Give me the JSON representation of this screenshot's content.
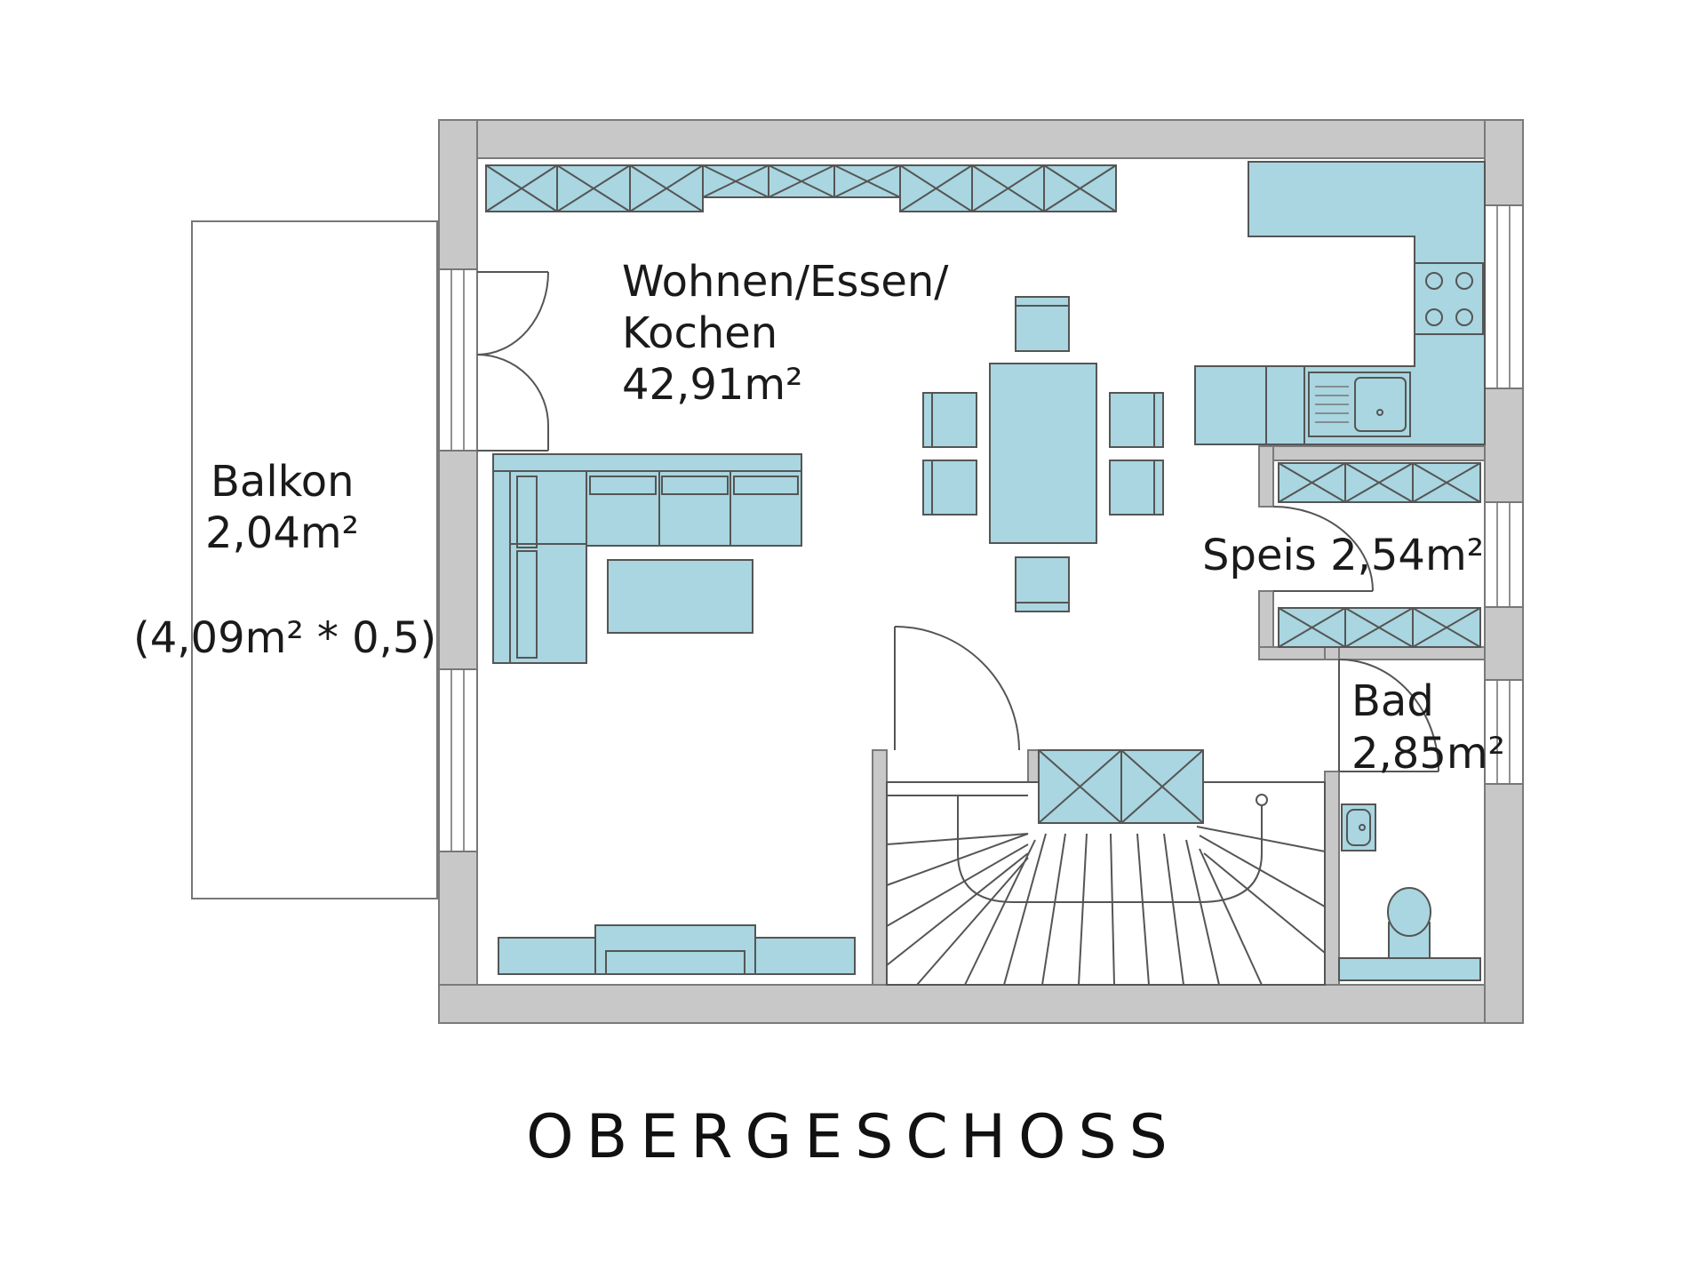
{
  "title": "OBERGESCHOSS",
  "rooms": {
    "living": {
      "name_line1": "Wohnen/Essen/",
      "name_line2": "Kochen",
      "area": "42,91m²"
    },
    "balcony": {
      "name": "Balkon",
      "area": "2,04m²",
      "calc": "(4,09m² * 0,5)"
    },
    "pantry": {
      "label": "Speis 2,54m²"
    },
    "bath": {
      "name": "Bad",
      "area": "2,85m²"
    }
  },
  "colors": {
    "furniture": "#a9d6e0",
    "wall": "#c8c8c8",
    "line": "#555555",
    "text": "#1a1a1a"
  },
  "icons": [
    "door-swing-icon",
    "stove-icon",
    "sink-icon",
    "toilet-icon",
    "washbasin-icon"
  ]
}
